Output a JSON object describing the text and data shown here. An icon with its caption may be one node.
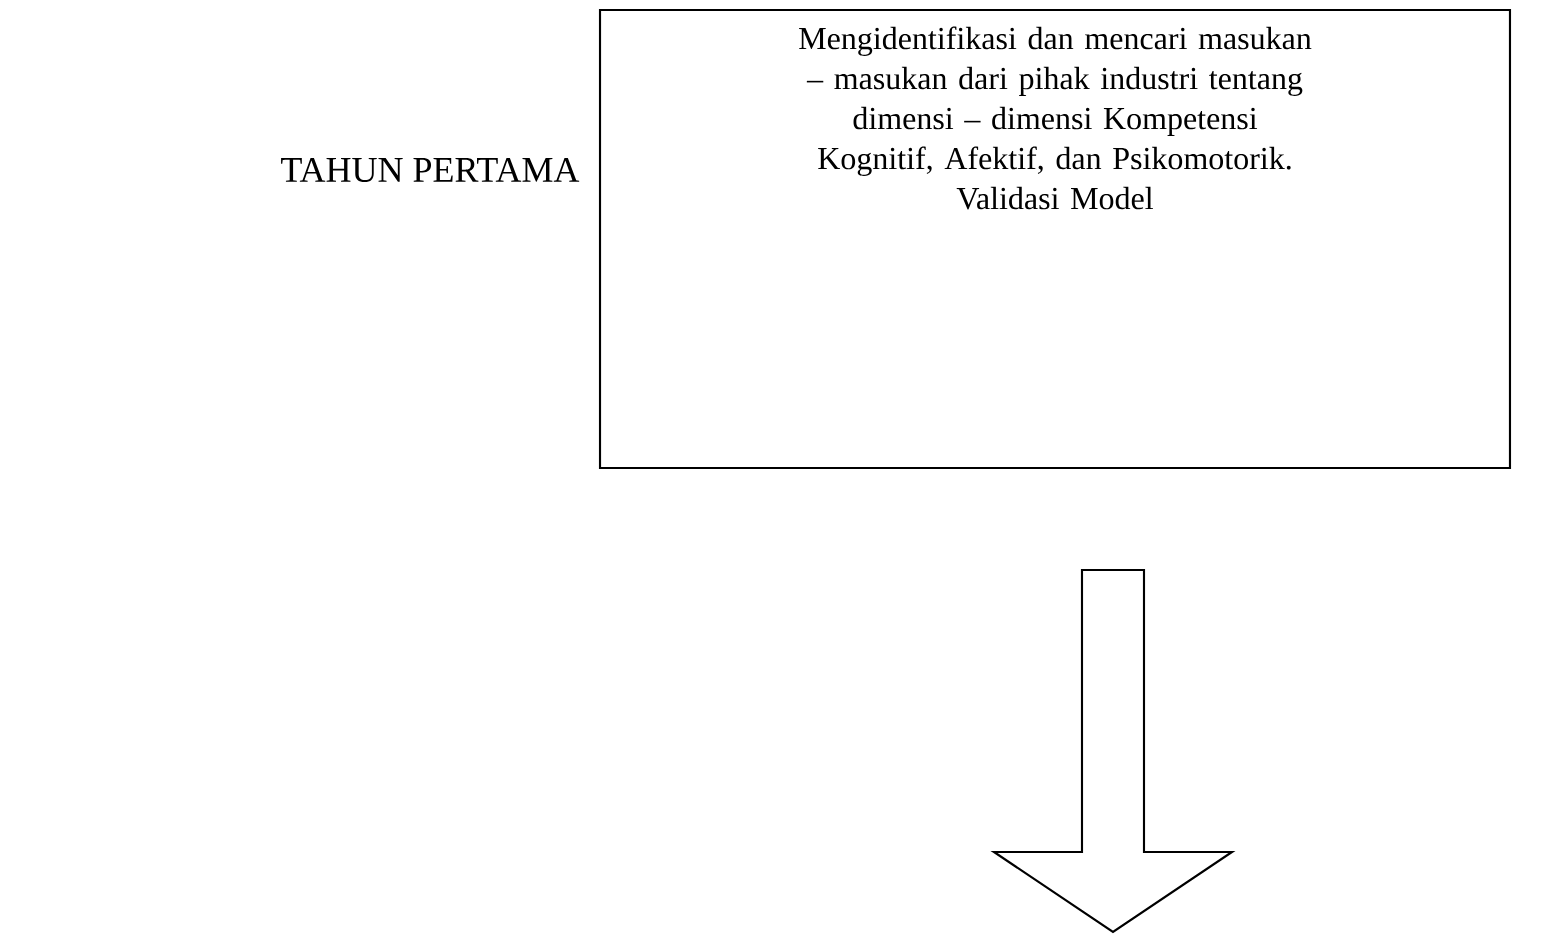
{
  "diagram": {
    "nodes": [
      {
        "text": [
          "Mengidentifikasi  dan mencari masukan – masukan dari pihak industri tentang dimensi – dimensi Kompetensi Kognitif, Afektif, dan Psikomotorik.",
          "Validasi Model"
        ],
        "beside": [
          "TAHUN PERTAMA"
        ]
      },
      {
        "text": [],
        "shape": "arrow"
      }
    ]
  }
}
